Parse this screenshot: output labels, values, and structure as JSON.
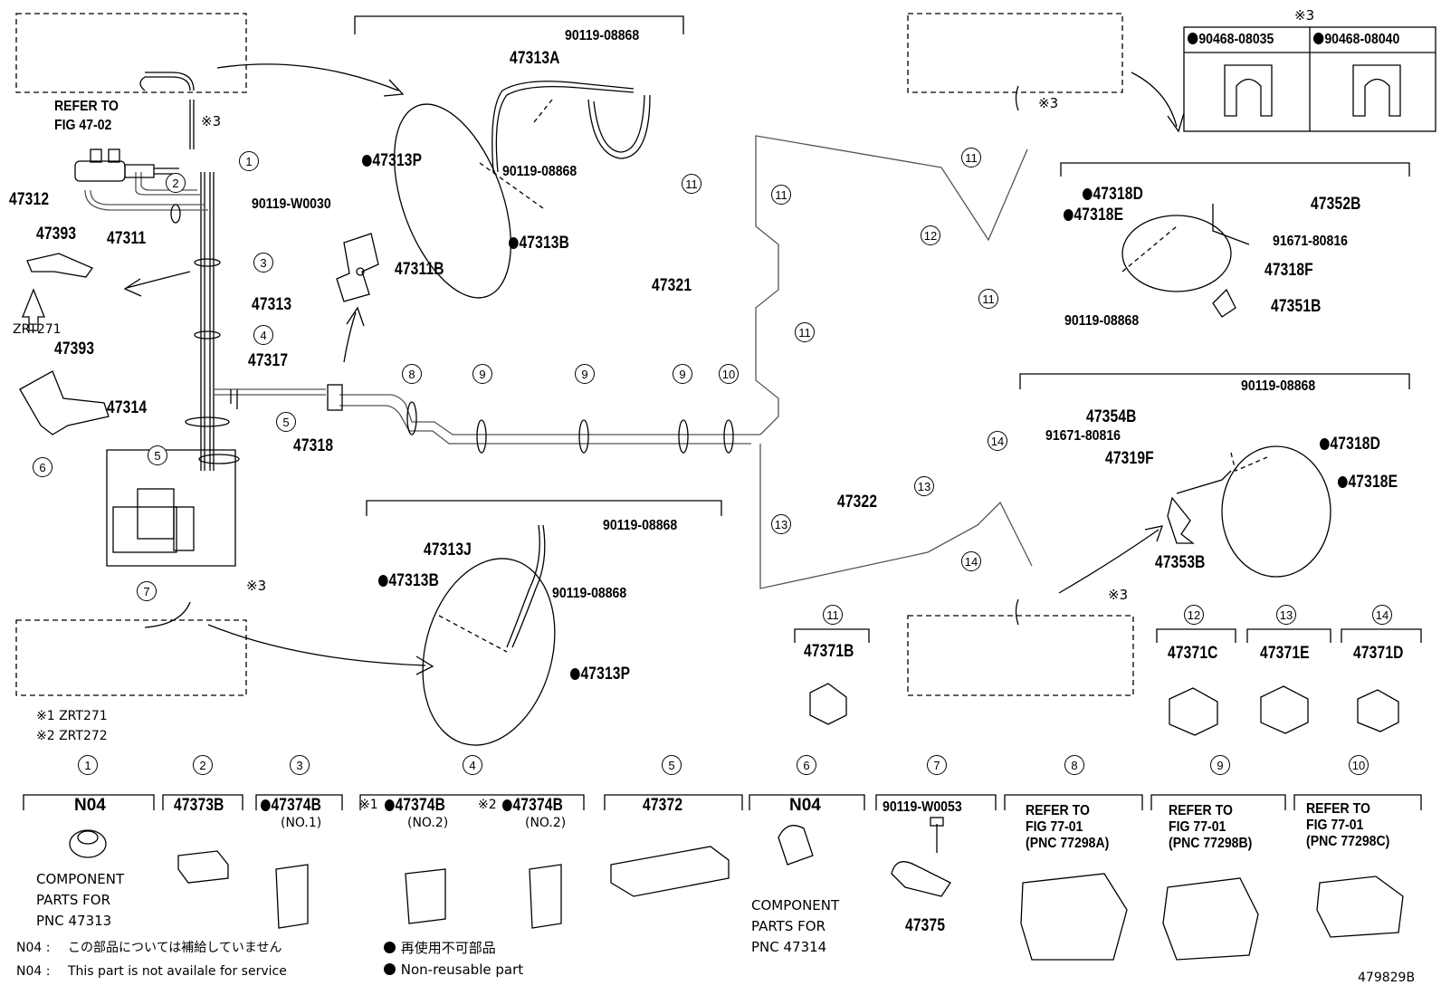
{
  "diagram_id": "479829B",
  "callouts": [
    "1",
    "2",
    "3",
    "4",
    "5",
    "6",
    "7",
    "8",
    "9",
    "10",
    "11",
    "12",
    "13",
    "14"
  ],
  "labels": {
    "refer_to_1": "REFER TO",
    "refer_to_2": "FIG 47-02",
    "p47312": "47312",
    "p47311": "47311",
    "p47393a": "47393",
    "zrt271_tag": "ZRT271",
    "p47393b": "47393",
    "p47314": "47314",
    "p47313": "47313",
    "p47317": "47317",
    "p47318": "47318",
    "p90119_w0030": "90119-W0030",
    "p47311b": "47311B",
    "p90119_08868_a": "90119-08868",
    "p47313a": "47313A",
    "p47313p_a": "47313P",
    "p90119_08868_b": "90119-08868",
    "p47313b_a": "47313B",
    "p47321": "47321",
    "p47322": "47322",
    "p47313j": "47313J",
    "p90119_08868_c": "90119-08868",
    "p47313b_b": "47313B",
    "p90119_08868_d": "90119-08868",
    "p47313p_b": "47313P",
    "mark3": "※3",
    "p90468_08035": "90468-08035",
    "p90468_08040": "90468-08040",
    "p47318d_a": "47318D",
    "p47318e_a": "47318E",
    "p47352b": "47352B",
    "p91671_80816_a": "91671-80816",
    "p47318f": "47318F",
    "p90119_08868_e": "90119-08868",
    "p47351b": "47351B",
    "p90119_08868_f": "90119-08868",
    "p47354b": "47354B",
    "p91671_80816_b": "91671-80816",
    "p47318d_b": "47318D",
    "p47319f": "47319F",
    "p47318e_b": "47318E",
    "p47353b": "47353B",
    "p47371b": "47371B",
    "p47371c": "47371C",
    "p47371e": "47371E",
    "p47371d": "47371D",
    "note_zrt271": "※1 ZRT271",
    "note_zrt272": "※2 ZRT272"
  },
  "bottom_parts": {
    "n04_a": "N04",
    "component_a_1": "COMPONENT",
    "component_a_2": "PARTS FOR",
    "component_a_3": "PNC 47313",
    "p47373b": "47373B",
    "p47374b_no1": "47374B",
    "no1": "(NO.1)",
    "mark1": "※1",
    "p47374b_no2a": "47374B",
    "no2a": "(NO.2)",
    "mark2": "※2",
    "p47374b_no2b": "47374B",
    "no2b": "(NO.2)",
    "p47372": "47372",
    "n04_b": "N04",
    "component_b_1": "COMPONENT",
    "component_b_2": "PARTS FOR",
    "component_b_3": "PNC 47314",
    "p90119_w0053": "90119-W0053",
    "p47375": "47375",
    "refer8_1": "REFER TO",
    "refer8_2": "FIG 77-01",
    "refer8_3": "(PNC 77298A)",
    "refer9_1": "REFER TO",
    "refer9_2": "FIG 77-01",
    "refer9_3": "(PNC 77298B)",
    "refer10_1": "REFER TO",
    "refer10_2": "FIG 77-01",
    "refer10_3": "(PNC 77298C)"
  },
  "legend": {
    "n04_jp_code": "N04 :",
    "n04_jp": "この部品については補給していません",
    "n04_en_code": "N04 :",
    "n04_en": "This part is not availale for service",
    "nonreuse_jp": "再使用不可部品",
    "nonreuse_en": "Non-reusable part"
  }
}
